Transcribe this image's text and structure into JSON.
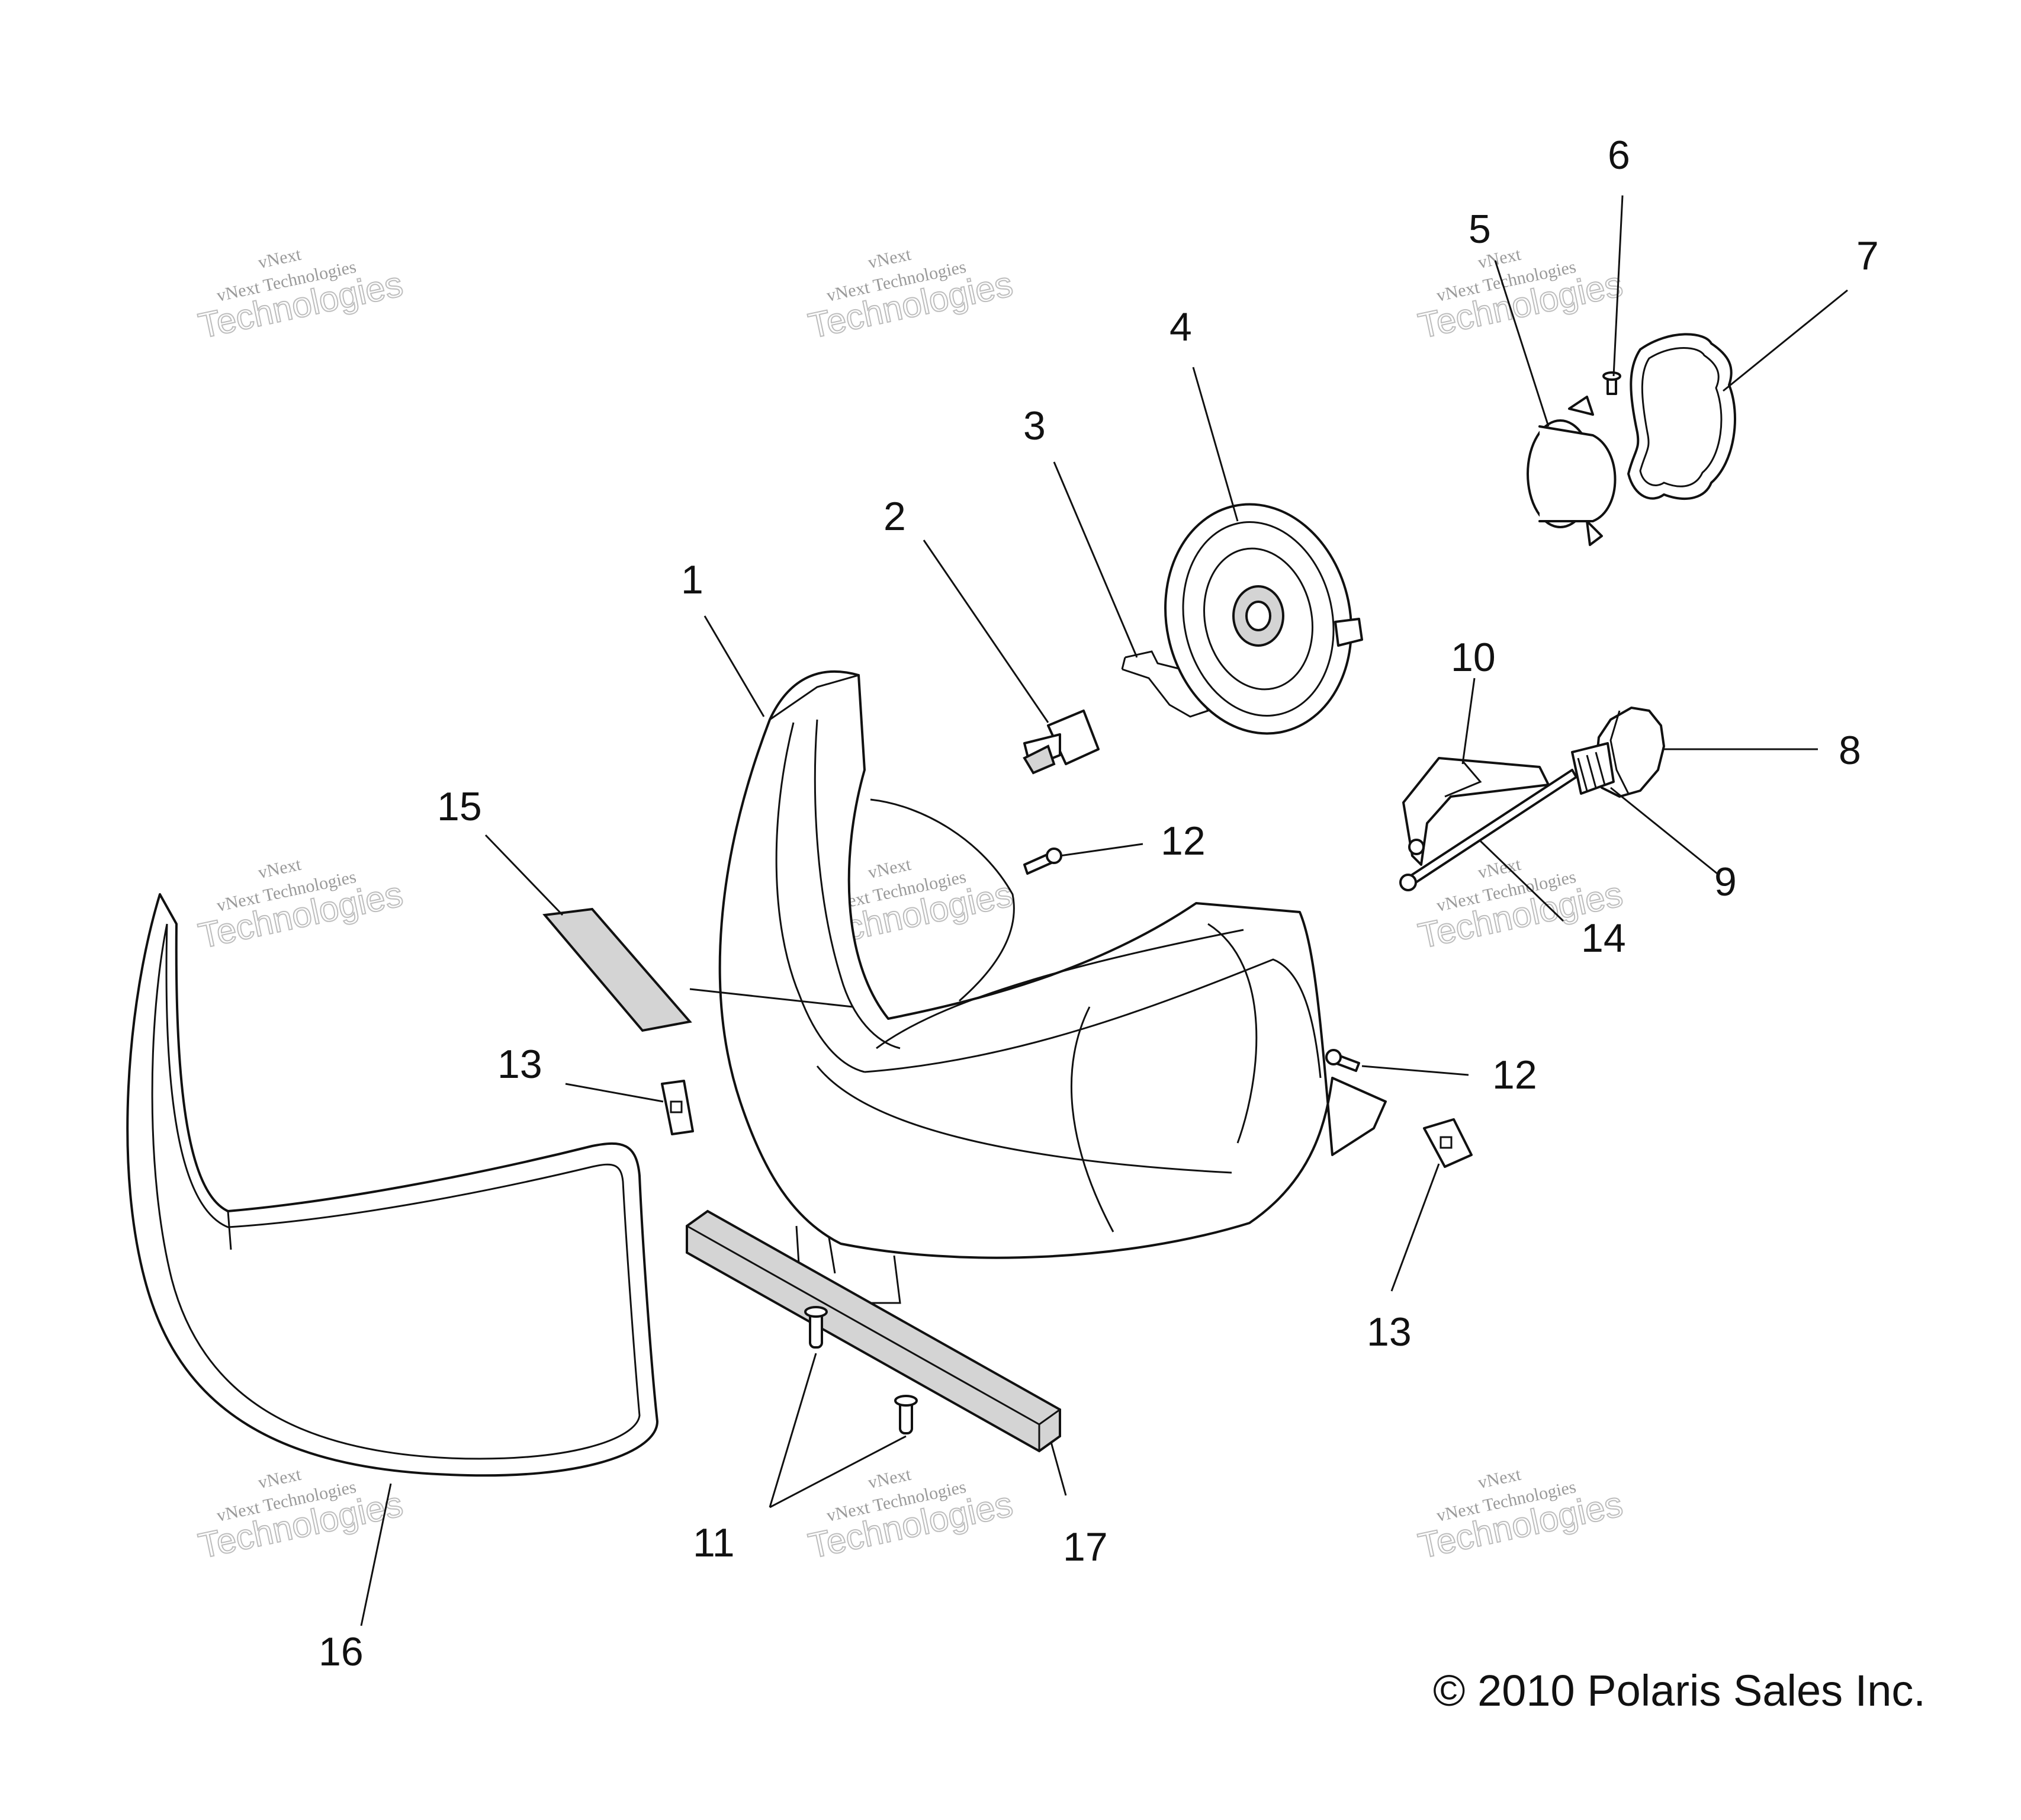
{
  "callouts": {
    "c1": "1",
    "c2": "2",
    "c3": "3",
    "c4": "4",
    "c5": "5",
    "c6": "6",
    "c7": "7",
    "c8": "8",
    "c9": "9",
    "c10": "10",
    "c11": "11",
    "c12a": "12",
    "c12b": "12",
    "c13a": "13",
    "c13b": "13",
    "c14": "14",
    "c15": "15",
    "c16": "16",
    "c17": "17"
  },
  "watermark": {
    "line1": "vNext",
    "line2": "vNext Technologies",
    "line3": "Technologies"
  },
  "copyright": "© 2010 Polaris Sales Inc."
}
